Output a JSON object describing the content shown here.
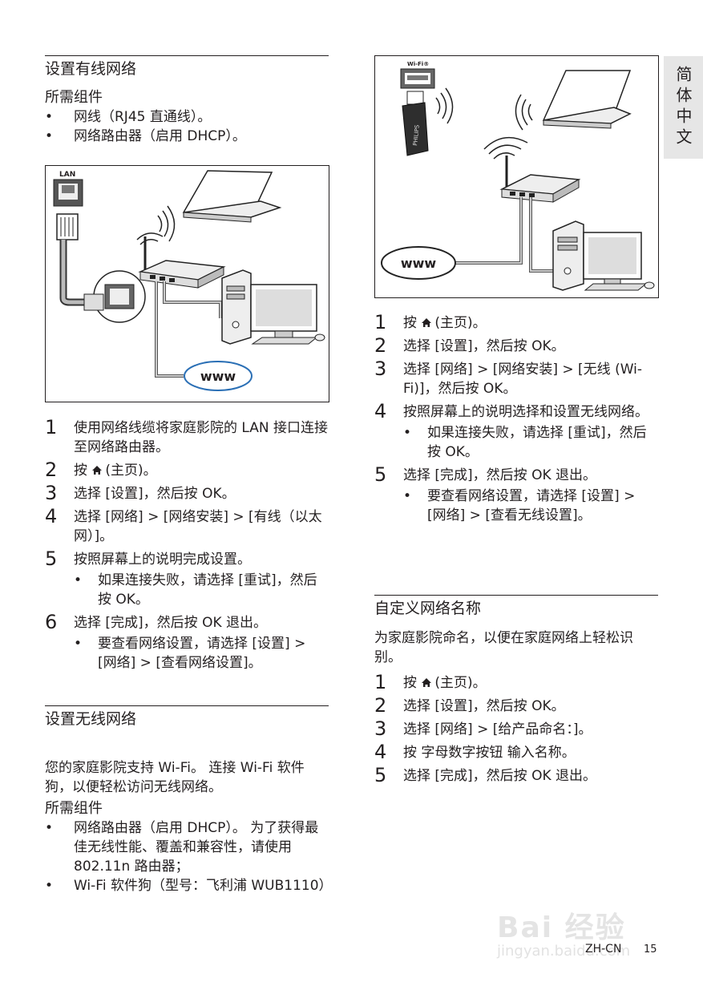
{
  "side_tab": "简体中文",
  "left": {
    "wired": {
      "title": "设置有线网络",
      "req_title": "所需组件",
      "req": [
        "网线（RJ45 直通线）。",
        "网络路由器（启用 DHCP）。"
      ],
      "fig_lan": "LAN",
      "fig_www": "www",
      "steps": [
        {
          "num": "1",
          "text": "使用网络线缆将家庭影院的 LAN 接口连接至网络路由器。"
        },
        {
          "num": "2",
          "pre": "按",
          "post": "(主页)。"
        },
        {
          "num": "3",
          "text": "选择 [设置]，然后按 OK。"
        },
        {
          "num": "4",
          "text": "选择 [网络] > [网络安装] > [有线（以太网）]。"
        },
        {
          "num": "5",
          "text": "按照屏幕上的说明完成设置。",
          "sub": "如果连接失败，请选择 [重试]，然后按 OK。"
        },
        {
          "num": "6",
          "text": "选择 [完成]，然后按 OK 退出。",
          "sub": "要查看网络设置，请选择 [设置] > [网络] > [查看网络设置]。"
        }
      ]
    },
    "wireless": {
      "title": "设置无线网络",
      "intro": "您的家庭影院支持 Wi-Fi。 连接 Wi-Fi 软件狗，以便轻松访问无线网络。",
      "req_title": "所需组件",
      "req": [
        "网络路由器（启用 DHCP）。 为了获得最佳无线性能、覆盖和兼容性，请使用 802.11n 路由器；",
        "Wi-Fi 软件狗（型号：飞利浦 WUB1110）"
      ]
    }
  },
  "right": {
    "fig_wifi": "Wi-Fi®",
    "fig_brand": "PHILIPS",
    "fig_www": "www",
    "steps": [
      {
        "num": "1",
        "pre": "按",
        "post": "(主页)。"
      },
      {
        "num": "2",
        "text": "选择 [设置]，然后按 OK。"
      },
      {
        "num": "3",
        "text": "选择 [网络] > [网络安装] > [无线 (Wi-Fi)]，然后按 OK。"
      },
      {
        "num": "4",
        "text": "按照屏幕上的说明选择和设置无线网络。",
        "sub": "如果连接失败，请选择 [重试]，然后按 OK。"
      },
      {
        "num": "5",
        "text": "选择 [完成]，然后按 OK 退出。",
        "sub": "要查看网络设置，请选择 [设置] > [网络] > [查看无线设置]。"
      }
    ],
    "rename": {
      "title": "自定义网络名称",
      "intro": "为家庭影院命名，以便在家庭网络上轻松识别。",
      "steps": [
        {
          "num": "1",
          "pre": "按",
          "post": "(主页)。"
        },
        {
          "num": "2",
          "text": "选择 [设置]，然后按 OK。"
        },
        {
          "num": "3",
          "text": "选择 [网络] > [给产品命名：]。"
        },
        {
          "num": "4",
          "text": "按 字母数字按钮 输入名称。"
        },
        {
          "num": "5",
          "text": "选择 [完成]，然后按 OK 退出。"
        }
      ]
    }
  },
  "footer": {
    "code": "ZH-CN",
    "page": "15"
  },
  "watermark": {
    "main": "Bai 经验",
    "url": "jingyan.baidu.com"
  },
  "colors": {
    "text": "#231f20",
    "tab": "#e6e6e6",
    "www_ring": "#2a6fb5"
  }
}
